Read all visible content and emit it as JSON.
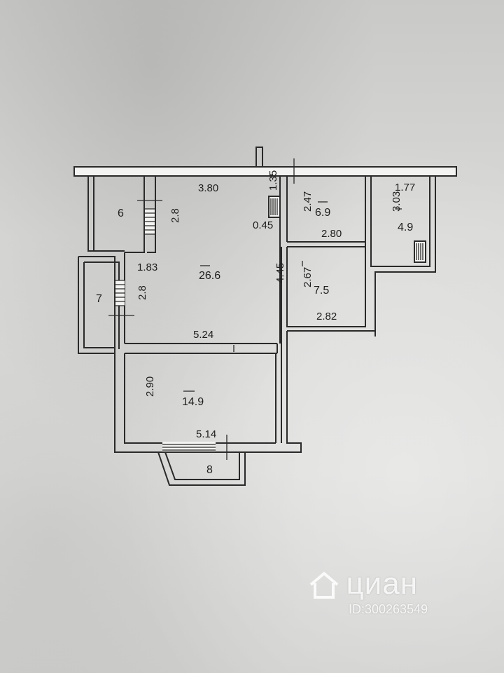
{
  "rooms": {
    "pantry_6": {
      "area": "6",
      "width": "2.8"
    },
    "pantry_7": {
      "area": "7",
      "width": "2.8"
    },
    "living": {
      "area": "26.6",
      "top": "3.80",
      "left": "1.83",
      "height": "4.45",
      "bottom": "5.24"
    },
    "duct": {
      "height": "1.35",
      "width": "0.45"
    },
    "room_6_9": {
      "area": "6.9",
      "height": "2.47",
      "width": "2.80"
    },
    "room_4_9": {
      "area": "4.9",
      "top": "1.77",
      "height": "3.03"
    },
    "room_7_5": {
      "area": "7.5",
      "height": "2.67",
      "width": "2.82"
    },
    "room_14_9": {
      "area": "14.9",
      "height": "2.90",
      "width": "5.14"
    },
    "balcony": {
      "area": "8"
    }
  },
  "watermark": {
    "logo": "циан",
    "id": "ID:300263549"
  }
}
